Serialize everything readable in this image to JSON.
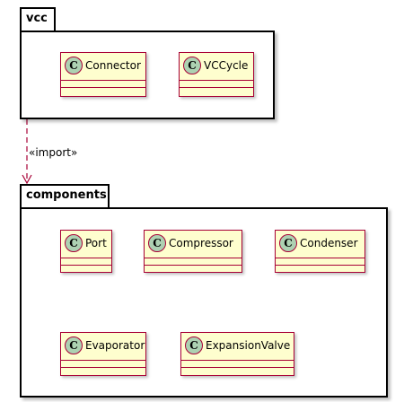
{
  "packages": [
    {
      "name": "vcc",
      "classes": [
        {
          "name": "Connector",
          "icon": "C"
        },
        {
          "name": "VCCycle",
          "icon": "C"
        }
      ]
    },
    {
      "name": "components",
      "classes": [
        {
          "name": "Port",
          "icon": "C"
        },
        {
          "name": "Compressor",
          "icon": "C"
        },
        {
          "name": "Condenser",
          "icon": "C"
        },
        {
          "name": "Evaporator",
          "icon": "C"
        },
        {
          "name": "ExpansionValve",
          "icon": "C"
        }
      ]
    }
  ],
  "relation": {
    "from": "vcc",
    "to": "components",
    "label": "«import»",
    "style": "dashed"
  },
  "colors": {
    "class_fill": "#fefece",
    "class_border": "#a80036",
    "circle_fill": "#add1b2",
    "arrow": "#a80036"
  }
}
